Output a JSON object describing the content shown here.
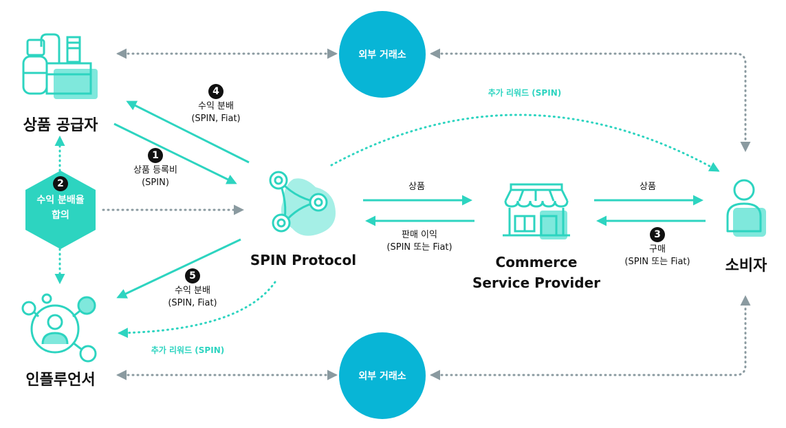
{
  "nodes": {
    "supplier": "상품 공급자",
    "influencer": "인플루언서",
    "protocol": "SPIN Protocol",
    "csp_line1": "Commerce",
    "csp_line2": "Service Provider",
    "consumer": "소비자"
  },
  "exchange_top": "외부 거래소",
  "exchange_bottom": "외부 거래소",
  "agreement": {
    "number": "2",
    "line1": "수익 분배율",
    "line2": "합의"
  },
  "flows": {
    "step1": {
      "number": "1",
      "line1": "상품 등록비",
      "line2": "(SPIN)"
    },
    "step4": {
      "number": "4",
      "line1": "수익 분배",
      "line2": "(SPIN, Fiat)"
    },
    "step5": {
      "number": "5",
      "line1": "수익 분배",
      "line2": "(SPIN, Fiat)"
    },
    "protocol_to_csp": "상품",
    "csp_to_protocol_line1": "판매 이익",
    "csp_to_protocol_line2": "(SPIN 또는 Fiat)",
    "csp_to_consumer": "상품",
    "step3": {
      "number": "3",
      "line1": "구매",
      "line2": "(SPIN 또는 Fiat)"
    }
  },
  "bonus_top": "추가 리워드 (SPIN)",
  "bonus_bottom": "추가 리워드 (SPIN)",
  "colors": {
    "teal": "#2dd4c0",
    "teal_light": "#7fe8dc",
    "exchange_blue": "#08b5d6",
    "dotted_gray": "#8a9aa0"
  },
  "icons": [
    "factory-icon",
    "network-icon",
    "spin-protocol-icon",
    "store-icon",
    "user-icon"
  ]
}
